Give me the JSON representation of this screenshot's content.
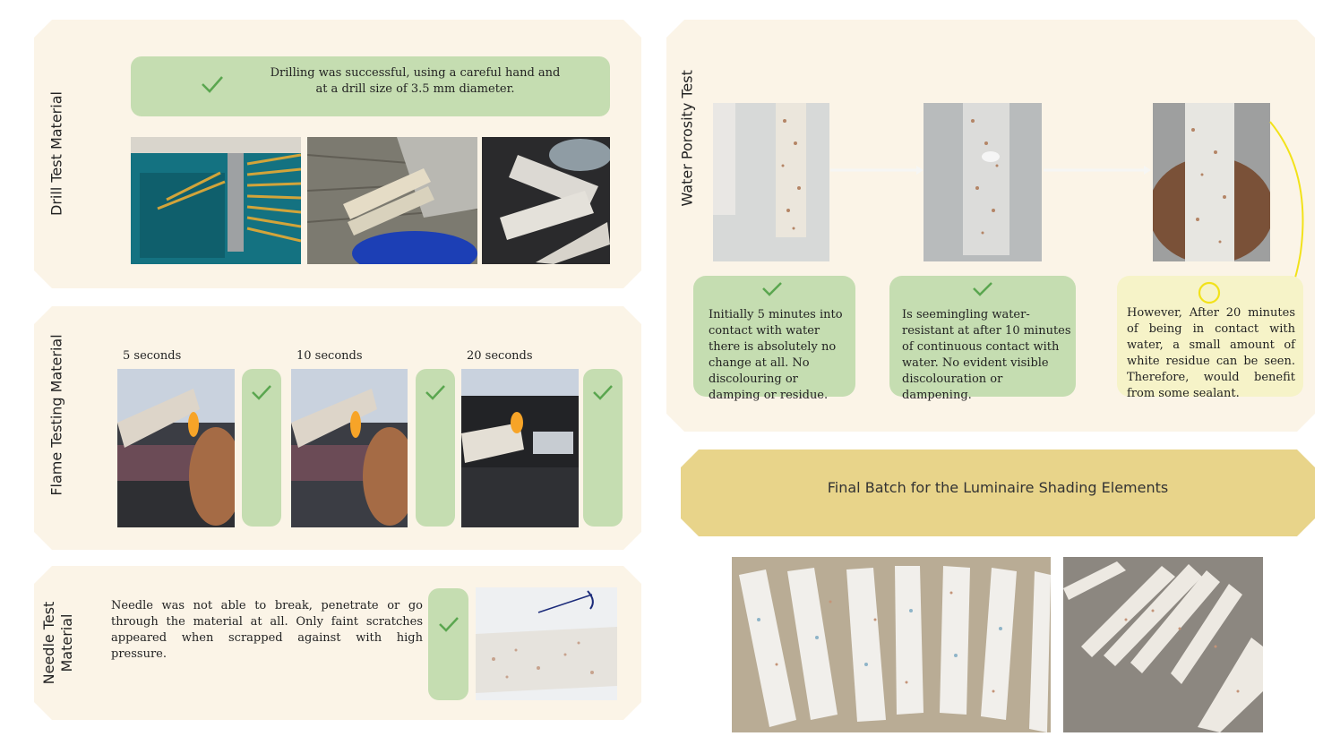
{
  "drill": {
    "title": "Drill Test Material",
    "note": "Drilling was successful, using a careful hand and at a drill size of 3.5 mm diameter."
  },
  "flame": {
    "title": "Flame Testing Material",
    "captions": [
      "5 seconds",
      "10 seconds",
      "20 seconds"
    ]
  },
  "needle": {
    "title_line1": "Needle Test",
    "title_line2": "Material",
    "note": "Needle was not able to break, penetrate or go through the material at all. Only faint scratches appeared when scrapped  against with high pressure."
  },
  "water": {
    "title": "Water Porosity Test",
    "notes": [
      "Initially 5 minutes into contact with water there is absolutely no change at all. No discolouring or damping or residue.",
      "Is seemingling water-resistant at after 10 minutes of continuous contact with water. No evident visible discolouration or dampening.",
      "However, After 20 minutes of being in contact with water, a small amount of white residue can be seen. Therefore, would benefit from some sealant."
    ]
  },
  "final": {
    "title": "Final Batch for the Luminaire Shading Elements"
  },
  "colors": {
    "panel_bg": "#fbf4e7",
    "green": "#c5ddb1",
    "check": "#5aa64f",
    "yellow_panel": "#f6f3c8",
    "gold_banner": "#e8d48a",
    "accent_yellow": "#f2e21a"
  }
}
